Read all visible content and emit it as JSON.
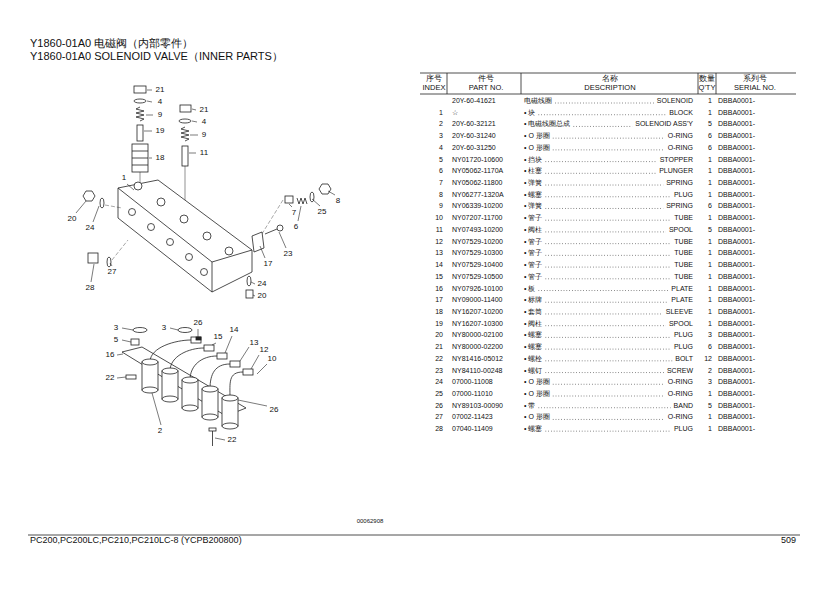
{
  "diagram": {
    "title": "Y1860-01A0 电磁阀（内部零件）",
    "caption": "PC200,PC200LC,PC210,PC210LC-8 (YCPB200800)",
    "labels": [
      "Y1860-01A0 SOLENOID VALVE（INNER PARTS）",
      "序号",
      "INDEX",
      "件号",
      "PART NO.",
      "名称",
      "DESCRIPTION",
      "数量",
      "Q'TY",
      "系列号",
      "SERIAL NO.",
      "20Y-60-41621",
      "电磁线圈",
      "SOLENOID",
      "1",
      "DBBA0001-",
      "1",
      "☆",
      "• 块",
      "BLOCK",
      "1",
      "DBBA0001-",
      "2",
      "20Y-60-32121",
      "• 电磁线圈总成",
      "SOLENOID ASS'Y",
      "5",
      "DBBA0001-",
      "3",
      "20Y-60-31240",
      "• O 形圈",
      "O-RING",
      "6",
      "DBBA0001-",
      "4",
      "20Y-60-31250",
      "• O 形圈",
      "O-RING",
      "6",
      "DBBA0001-",
      "5",
      "NY01720-10600",
      "• 挡块",
      "STOPPER",
      "1",
      "DBBA0001-",
      "6",
      "NY05062-1170A",
      "• 柱塞",
      "PLUNGER",
      "1",
      "DBBA0001-",
      "7",
      "NY05062-11800",
      "• 弹簧",
      "SPRING",
      "1",
      "DBBA0001-",
      "8",
      "NY06277-1320A",
      "• 螺塞",
      "PLUG",
      "1",
      "DBBA0001-",
      "9",
      "NY06339-10200",
      "• 弹簧",
      "SPRING",
      "6",
      "DBBA0001-",
      "10",
      "NY07207-11700",
      "• 管子",
      "TUBE",
      "1",
      "DBBA0001-",
      "11",
      "NY07493-10200",
      "• 阀柱",
      "SPOOL",
      "5",
      "DBBA0001-",
      "12",
      "NY07529-10200",
      "• 管子",
      "TUBE",
      "1",
      "DBBA0001-",
      "13",
      "NY07529-10300",
      "• 管子",
      "TUBE",
      "1",
      "DBBA0001-",
      "14",
      "NY07529-10400",
      "• 管子",
      "TUBE",
      "1",
      "DBBA0001-",
      "15",
      "NY07529-10500",
      "• 管子",
      "TUBE",
      "1",
      "DBBA0001-",
      "16",
      "NY07926-10100",
      "• 板",
      "PLATE",
      "1",
      "DBBA0001-",
      "17",
      "NY09000-11400",
      "• 标牌",
      "PLATE",
      "1",
      "DBBA0001-",
      "18",
      "NY16207-10200",
      "• 套筒",
      "SLEEVE",
      "1",
      "DBBA0001-",
      "19",
      "NY16207-10300",
      "• 阀柱",
      "SPOOL",
      "1",
      "DBBA0001-",
      "20",
      "NY80000-02100",
      "• 螺塞",
      "PLUG",
      "3",
      "DBBA0001-",
      "21",
      "NY80000-02200",
      "• 螺塞",
      "PLUG",
      "6",
      "DBBA0001-",
      "22",
      "NY81416-05012",
      "• 螺栓",
      "BOLT",
      "12",
      "DBBA0001-",
      "23",
      "NY84110-00248",
      "• 螺钉",
      "SCREW",
      "2",
      "DBBA0001-",
      "24",
      "07000-11008",
      "• O 形圈",
      "O-RING",
      "3",
      "DBBA0001-",
      "25",
      "07000-11010",
      "• O 形圈",
      "O-RING",
      "1",
      "DBBA0001-",
      "26",
      "NY89103-00090",
      "• 带",
      "BAND",
      "5",
      "DBBA0001-",
      "27",
      "07002-11423",
      "• O 形圈",
      "O-RING",
      "1",
      "DBBA0001-",
      "28",
      "07040-11409",
      "• 螺塞",
      "PLUG",
      "1",
      "DBBA0001-",
      "21",
      "4",
      "9",
      "19",
      "18",
      "21",
      "4",
      "9",
      "11",
      "1",
      "20",
      "24",
      "27",
      "28",
      "8",
      "25",
      "7",
      "6",
      "23",
      "17",
      "24",
      "20",
      "3",
      "3",
      "5",
      "26",
      "14",
      "15",
      "16",
      "13",
      "12",
      "10",
      "22",
      "26",
      "2",
      "22",
      "00062908",
      "509"
    ]
  }
}
